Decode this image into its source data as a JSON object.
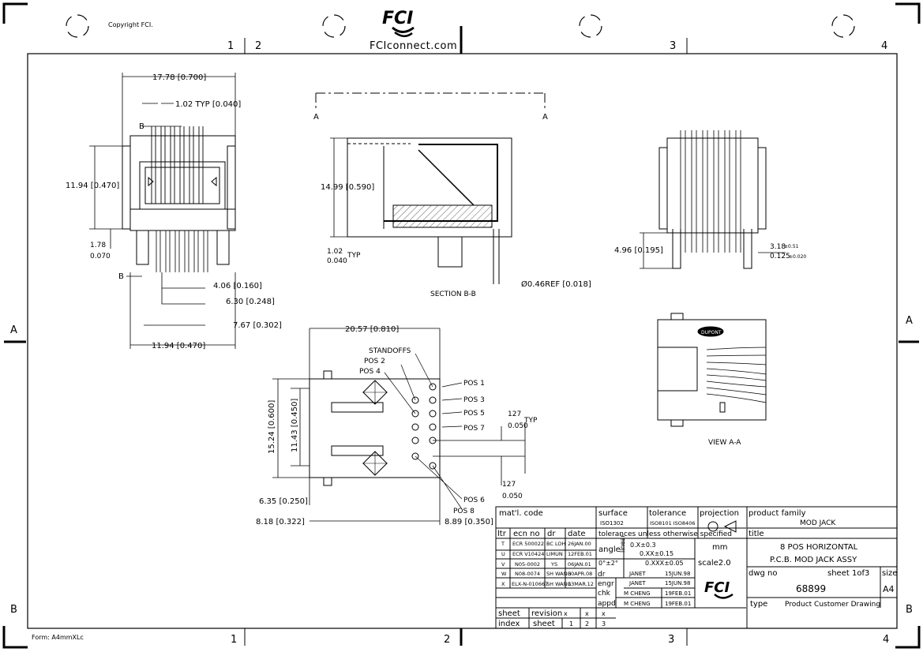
{
  "header": {
    "copyright": "Copyright FCI.",
    "logo_text": "FCI",
    "website": "FCIconnect.com",
    "form": "Form: A4mmXLc"
  },
  "zones": {
    "top": [
      "1",
      "2",
      "3",
      "4"
    ],
    "bottom": [
      "1",
      "2",
      "3",
      "4"
    ],
    "left": [
      "A",
      "B"
    ],
    "right": [
      "A",
      "B"
    ]
  },
  "views": {
    "front": {
      "dim_width": "17.78 [0.700]",
      "dim_pitch": "1.02 TYP [0.040]",
      "dim_height": "11.94 [0.470]",
      "dim_standoff_top": "1.78",
      "dim_standoff_bot": "0.070",
      "dim_a": "4.06 [0.160]",
      "dim_b": "6.30 [0.248]",
      "dim_c": "7.67 [0.302]",
      "dim_d": "11.94 [0.470]",
      "section_mark": "B"
    },
    "section": {
      "mark": "A",
      "dim_height": "14.99 [0.590]",
      "dim_typ_top": "1.02",
      "dim_typ_bot": "0.040",
      "typ": "TYP",
      "dia": "Ø0.46REF [0.018]",
      "label": "SECTION B-B"
    },
    "side": {
      "dim_height": "4.96 [0.195]",
      "dim_pin_top": "3.18",
      "dim_pin_tol": "±0.51",
      "dim_pin_bot": "0.125",
      "dim_pin_bot_tol": "±0.020"
    },
    "view_a": {
      "label": "VIEW A-A",
      "logo": "DUPONT"
    },
    "bottom": {
      "dim_width": "20.57 [0.810]",
      "dim_h1": "15.24 [0.600]",
      "dim_h2": "11.43 [0.450]",
      "standoffs": "STANDOFFS",
      "pos_left": [
        "POS 2",
        "POS 4"
      ],
      "pos_right": [
        "POS 1",
        "POS 3",
        "POS 5",
        "POS 7"
      ],
      "pos_bottom": [
        "POS 6",
        "POS 8"
      ],
      "dim_pitch_top": "127",
      "dim_pitch_bot": "0.050",
      "typ": "TYP",
      "dim_pitch2_top": "127",
      "dim_pitch2_bot": "0.050",
      "dim_x1": "6.35 [0.250]",
      "dim_x2": "8.18 [0.322]",
      "dim_x3": "8.89 [0.350]"
    }
  },
  "title_block": {
    "matl_code": "mat'l. code",
    "surface": "surface",
    "surface_val": "ISO1302",
    "tolerance": "tolerance",
    "tolerance_val": "ISO8101 ISO8406",
    "projection": "projection",
    "product_family_label": "product family",
    "product_family": "MOD JACK",
    "headers": [
      "ltr",
      "ecn no",
      "dr",
      "date"
    ],
    "tolerances": "tolerances unless otherwise specified",
    "title_label": "title",
    "angle": "angle",
    "linear": "linear",
    "tol_rows": [
      "0.X±0.3",
      "0.XX±0.15",
      "0.XXX±0.05"
    ],
    "angle_val": "0°±2°",
    "unit": "mm",
    "scale": "scale2.0",
    "title_line1": "8 POS HORIZONTAL",
    "title_line2": "P.C.B. MOD JACK ASSY",
    "revisions": [
      {
        "ltr": "T",
        "ecn": "ECR 500022",
        "dr": "BC LOH",
        "date": "26JAN.00"
      },
      {
        "ltr": "U",
        "ecn": "ECR V10424",
        "dr": "LIMUN",
        "date": "12FEB.01"
      },
      {
        "ltr": "V",
        "ecn": "N05-0002",
        "dr": "YS",
        "date": "06JAN.01"
      },
      {
        "ltr": "W",
        "ecn": "N08-0074",
        "dr": "SH WANG",
        "date": "30APR.08"
      },
      {
        "ltr": "X",
        "ecn": "ELX-N-010667",
        "dr": "SH WANG",
        "date": "13MAR.12"
      }
    ],
    "roles": [
      {
        "role": "dr",
        "name": "JANET",
        "date": "15JUN.98"
      },
      {
        "role": "engr",
        "name": "JANET",
        "date": "15JUN.98"
      },
      {
        "role": "chk",
        "name": "M CHENG",
        "date": "19FEB.01"
      },
      {
        "role": "appd",
        "name": "M CHENG",
        "date": "19FEB.01"
      }
    ],
    "dwg_no_label": "dwg no",
    "dwg_no": "68899",
    "sheet_label": "sheet",
    "sheet_of": "1of3",
    "size_label": "size",
    "size": "A4",
    "type_label": "type",
    "type": "Product Customer Drawing",
    "sheet_index": [
      "sheet",
      "index"
    ],
    "revision": [
      "revision",
      "sheet"
    ],
    "index_cols": [
      "x",
      "x",
      "x"
    ],
    "index_nums": [
      "1",
      "2",
      "3"
    ]
  }
}
